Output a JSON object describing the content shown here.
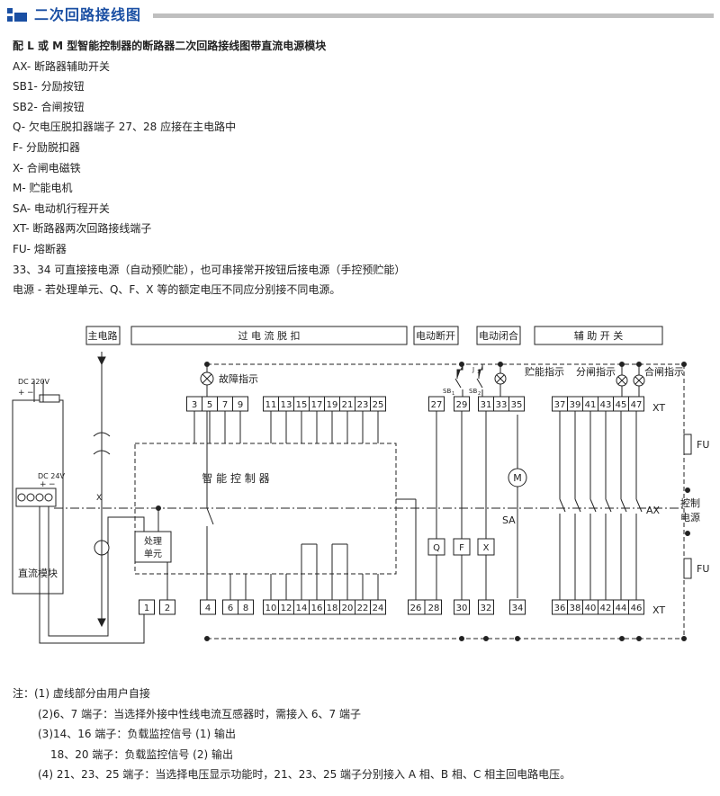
{
  "header": {
    "title": "二次回路接线图"
  },
  "intro": {
    "heading": "配 L 或 M 型智能控制器的断路器二次回路接线图带直流电源模块",
    "lines": [
      "AX- 断路器辅助开关",
      "SB1- 分励按钮",
      "SB2- 合闸按钮",
      "Q- 欠电压脱扣器端子 27、28 应接在主电路中",
      "F- 分励脱扣器",
      "X- 合闸电磁铁",
      "M- 贮能电机",
      "SA- 电动机行程开关",
      "XT- 断路器两次回路接线端子",
      "FU- 熔断器",
      "33、34 可直接接电源（自动预贮能），也可串接常开按钮后接电源（手控预贮能）",
      "电源 - 若处理单元、Q、F、X 等的额定电压不同应分别接不同电源。"
    ]
  },
  "diagram": {
    "sections": [
      "主电路",
      "过 电 流 脱 扣",
      "电动断开",
      "电动闭合",
      "辅 助 开 关"
    ],
    "top_terminals": [
      "3",
      "5",
      "7",
      "9",
      "11",
      "13",
      "15",
      "17",
      "19",
      "21",
      "23",
      "25",
      "27",
      "29",
      "31",
      "33",
      "35",
      "37",
      "39",
      "41",
      "43",
      "45",
      "47"
    ],
    "bottom_terminals": [
      "1",
      "2",
      "4",
      "6",
      "8",
      "10",
      "12",
      "14",
      "16",
      "18",
      "20",
      "22",
      "24",
      "26",
      "28",
      "30",
      "32",
      "34",
      "36",
      "38",
      "40",
      "42",
      "44",
      "46"
    ],
    "labels": {
      "fault": "故障指示",
      "controller": "智 能 控 制 器",
      "processor_1": "处理",
      "processor_2": "单元",
      "dc_module": "直流模块",
      "dc220": "DC 220V",
      "dc24": "DC 24V",
      "plus": "+",
      "minus": "−",
      "storage": "贮能指示",
      "open_ind": "分闸指示",
      "close_ind": "合闸指示",
      "xt": "XT",
      "ax": "AX",
      "fu": "FU",
      "sa": "SA",
      "m": "M",
      "q": "Q",
      "f": "F",
      "x": "X",
      "ctrl_power_1": "控制",
      "ctrl_power_2": "电源",
      "sb": "SB",
      "sb_sub1": "1",
      "sb_sub2": "2",
      "j": "J",
      "cross": "X"
    }
  },
  "notes": [
    "注：(1) 虚线部分由用户自接",
    "(2)6、7 端子：当选择外接中性线电流互感器时，需接入 6、7 端子",
    "(3)14、16 端子：负载监控信号 (1) 输出",
    "18、20 端子：负载监控信号 (2) 输出",
    "(4) 21、23、25 端子：当选择电压显示功能时，21、23、25 端子分别接入 A 相、B 相、C 相主回电路电压。"
  ]
}
